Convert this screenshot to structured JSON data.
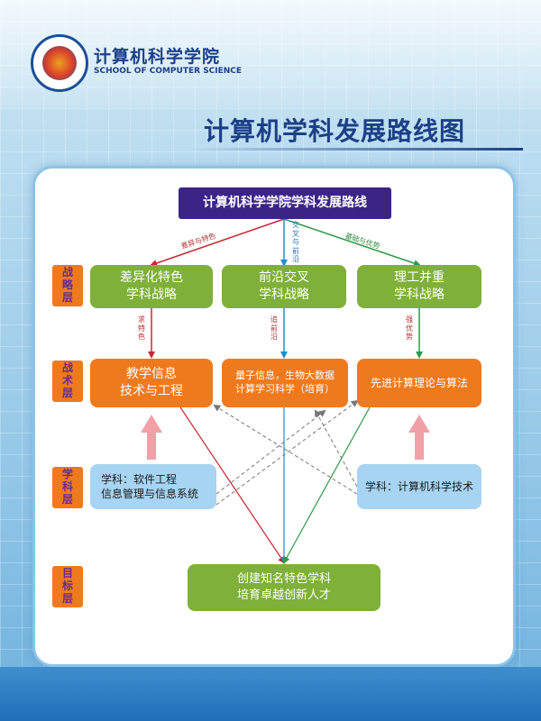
{
  "header": {
    "school_name_cn": "计算机科学学院",
    "school_name_en": "SCHOOL OF COMPUTER SCIENCE"
  },
  "page_title": "计算机学科发展路线图",
  "diagram": {
    "root": "计算机科学学院学科发展路线",
    "root_branch_labels": {
      "left": "差异与特色",
      "middle": [
        "交",
        "叉",
        "与",
        "前",
        "沿"
      ],
      "right": "基础与优势"
    },
    "layers": {
      "strategy": [
        "战",
        "略",
        "层"
      ],
      "tactics": [
        "战",
        "术",
        "层"
      ],
      "discipline": [
        "学",
        "科",
        "层"
      ],
      "goal": [
        "目",
        "标",
        "层"
      ]
    },
    "strategy_boxes": [
      [
        "差异化特色",
        "学科战略"
      ],
      [
        "前沿交叉",
        "学科战略"
      ],
      [
        "理工并重",
        "学科战略"
      ]
    ],
    "strategy_arrow_labels": {
      "left": [
        "求",
        "特",
        "色"
      ],
      "middle": [
        "追",
        "前",
        "沿"
      ],
      "right": [
        "强",
        "优",
        "势"
      ]
    },
    "tactic_boxes": [
      [
        "教学信息",
        "技术与工程"
      ],
      [
        "量子信息，生物大数据",
        "计算学习科学（培育）"
      ],
      [
        "先进计算理论与算法"
      ]
    ],
    "discipline_boxes": [
      [
        "学科：软件工程",
        "信息管理与信息系统"
      ],
      [
        "学科：计算机科学技术"
      ]
    ],
    "goal_box": [
      "创建知名特色学科",
      "培育卓越创新人才"
    ]
  },
  "colors": {
    "root": "#3b2486",
    "strategy": "#7eb03a",
    "tactic": "#ef7a1e",
    "discipline": "#a7d4f2",
    "goal": "#7eb03a",
    "arrow_red": "#c8282e",
    "arrow_blue": "#1f8fc8",
    "arrow_green": "#2e9a45",
    "arrow_pink": "#f2a0a8",
    "title": "#1c3f86"
  }
}
